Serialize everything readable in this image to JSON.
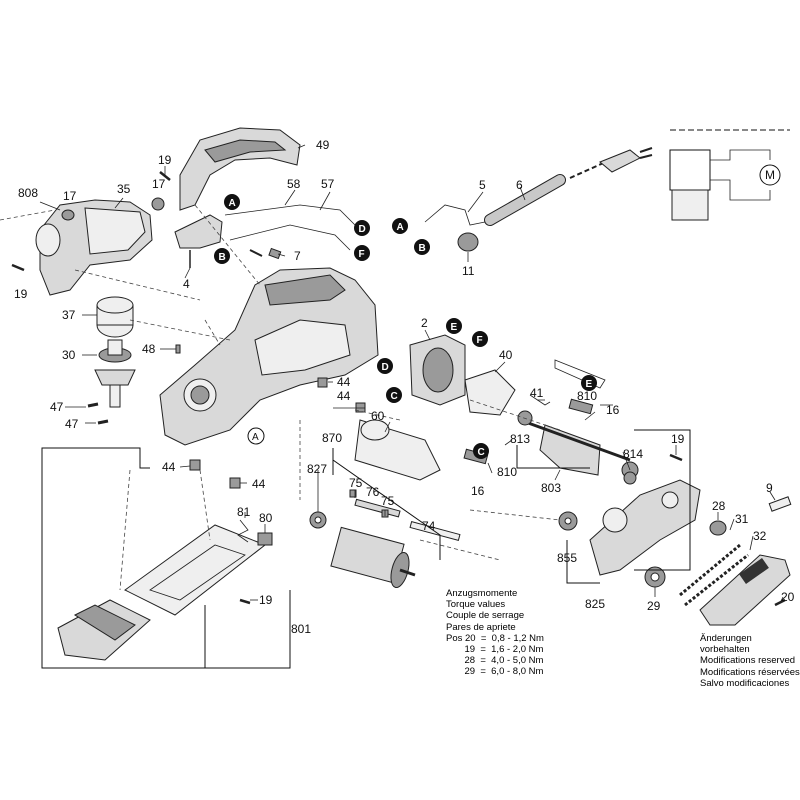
{
  "labels": {
    "l808": "808",
    "l17a": "17",
    "l35": "35",
    "l19a": "19",
    "l17b": "17",
    "l19b": "19",
    "l49": "49",
    "l58": "58",
    "l57": "57",
    "l7": "7",
    "l4": "4",
    "l37": "37",
    "l30": "30",
    "l48": "48",
    "l47a": "47",
    "l47b": "47",
    "l44a": "44",
    "l44b": "44",
    "l44c": "44",
    "l44d": "44",
    "l5": "5",
    "l6": "6",
    "l11": "11",
    "l2": "2",
    "l40": "40",
    "l41": "41",
    "l810a": "810",
    "l16a": "16",
    "l60": "60",
    "l870": "870",
    "l827": "827",
    "l75a": "75",
    "l76": "76",
    "l75b": "75",
    "l74": "74",
    "l813": "813",
    "l810b": "810",
    "l16b": "16",
    "l803": "803",
    "l814": "814",
    "l19c": "19",
    "l28": "28",
    "l31": "31",
    "l32": "32",
    "l9": "9",
    "l81": "81",
    "l80": "80",
    "l19d": "19",
    "l801": "801",
    "l855": "855",
    "l825": "825",
    "l29": "29",
    "l20": "20"
  },
  "connectors": {
    "A": "A",
    "B": "B",
    "C": "C",
    "D": "D",
    "E": "E",
    "F": "F"
  },
  "torque": {
    "title_de": "Anzugsmomente",
    "title_en": "Torque values",
    "title_fr": "Couple de serrage",
    "title_es": "Pares de apriete",
    "rows": [
      "Pos 20  =  0,8 - 1,2 Nm",
      "       19  =  1,6 - 2,0 Nm",
      "       28  =  4,0 - 5,0 Nm",
      "       29  =  6,0 - 8,0 Nm"
    ]
  },
  "modifications": {
    "de": "Änderungen vorbehalten",
    "en": "Modifications reserved",
    "fr": "Modifications réservées",
    "es": "Salvo modificaciones"
  },
  "motor_symbol": "M"
}
